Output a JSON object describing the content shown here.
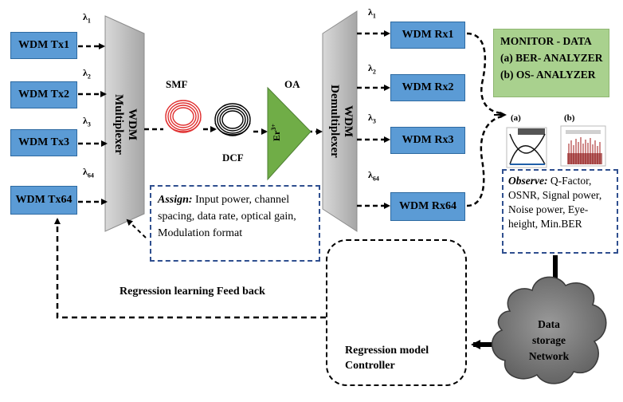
{
  "transmitters": [
    "WDM Tx1",
    "WDM Tx2",
    "WDM Tx3",
    "WDM Tx64"
  ],
  "receivers": [
    "WDM Rx1",
    "WDM Rx2",
    "WDM Rx3",
    "WDM Rx64"
  ],
  "wavelengths": [
    {
      "base": "λ",
      "sub": "1"
    },
    {
      "base": "λ",
      "sub": "2"
    },
    {
      "base": "λ",
      "sub": "3"
    },
    {
      "base": "λ",
      "sub": "64"
    }
  ],
  "multiplexer": {
    "line1": "WDM",
    "line2": "Multiplexer"
  },
  "demultiplexer": {
    "line1": "WDM",
    "line2": "Demultiplexer"
  },
  "smf_label": "SMF",
  "dcf_label": "DCF",
  "oa_label": "OA",
  "amplifier": {
    "base": "Er",
    "sup": "3+"
  },
  "monitor": {
    "title": "MONITOR - DATA",
    "items": [
      "(a) BER- ANALYZER",
      "(b) OS- ANALYZER"
    ]
  },
  "analyzer_tags": [
    "(a)",
    "(b)"
  ],
  "assign": {
    "lead": "Assign:",
    "text": " Input power, channel spacing, data rate, optical gain, Modulation format"
  },
  "observe": {
    "lead": "Observe:",
    "text": " Q-Factor, OSNR, Signal power, Noise power, Eye-height, Min.BER"
  },
  "feedback_label": "Regression learning Feed back",
  "controller": {
    "line1": "Regression model",
    "line2": "Controller"
  },
  "storage": {
    "line1": "Data",
    "line2": "storage",
    "line3": "Network"
  },
  "colors": {
    "tx_rx_box": "#5b9bd5",
    "monitor_box": "#a9d18e",
    "amplifier": "#70ad47",
    "mux": "#bfbfbf",
    "smf_coil": "#e03030",
    "dcf_coil": "#000000",
    "dashed_box_border": "#2f4f8f",
    "cloud": "#7f7f7f",
    "screen": "#1f5fa8"
  },
  "icons": [
    "computer-icon",
    "cloud-icon",
    "eye-diagram-icon",
    "spectrum-icon",
    "fiber-coil-icon"
  ]
}
